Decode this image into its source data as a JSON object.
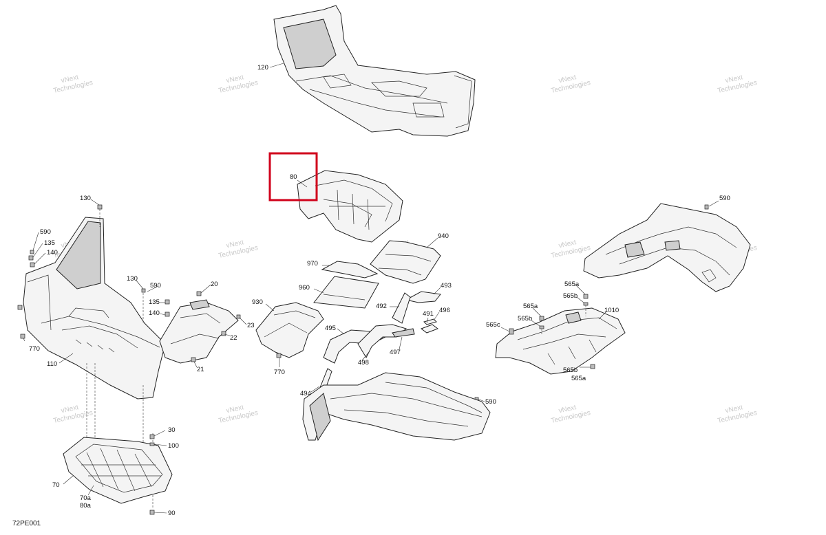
{
  "diagram_code": "72PE001",
  "watermark": [
    "vNext",
    "Technologies"
  ],
  "highlight": {
    "color": "#d0021b",
    "label": "80"
  },
  "callouts": {
    "c120": "120",
    "c80": "80",
    "c130": "130",
    "c590a": "590",
    "c135a": "135",
    "c140a": "140",
    "c130b": "130",
    "c590b": "590",
    "c135b": "135",
    "c140b": "140",
    "c20": "20",
    "c23": "23",
    "c22": "22",
    "c21": "21",
    "c770a": "770",
    "c110": "110",
    "c970": "970",
    "c960": "960",
    "c930": "930",
    "c940": "940",
    "c493": "493",
    "c492": "492",
    "c491": "491",
    "c496": "496",
    "c495": "495",
    "c497": "497",
    "c498": "498",
    "c770b": "770",
    "c494": "494",
    "c590c": "590",
    "c590d": "590",
    "c565a1": "565a",
    "c565b1": "565b",
    "c565a2": "565a",
    "c565b2": "565b",
    "c565c": "565c",
    "c1010": "1010",
    "c565b3": "565b",
    "c565a3": "565a",
    "c30": "30",
    "c100": "100",
    "c70": "70",
    "c70a": "70a",
    "c80a": "80a",
    "c90": "90"
  }
}
